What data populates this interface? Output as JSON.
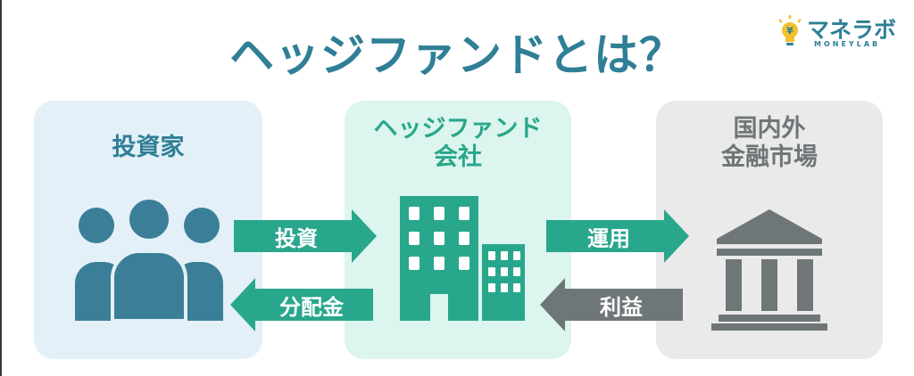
{
  "title": "ヘッジファンドとは？",
  "logo": {
    "jp": "マネラボ",
    "en": "MONEYLAB"
  },
  "panels": {
    "investor": {
      "title": "投資家"
    },
    "company": {
      "title_line1": "ヘッジファンド",
      "title_line2": "会社"
    },
    "market": {
      "title_line1": "国内外",
      "title_line2": "金融市場"
    }
  },
  "arrows": {
    "invest": "投資",
    "dividend": "分配金",
    "operate": "運用",
    "profit": "利益"
  },
  "colors": {
    "title": "#2f7f96",
    "investor_bg": "#e3f0f7",
    "investor_icon": "#3a7f97",
    "company_bg": "#dcf5ee",
    "company_accent": "#28a78c",
    "market_bg": "#eaeaea",
    "market_icon": "#6f7677"
  },
  "icons": [
    "people-icon",
    "building-icon",
    "bank-icon",
    "lightbulb-icon"
  ]
}
